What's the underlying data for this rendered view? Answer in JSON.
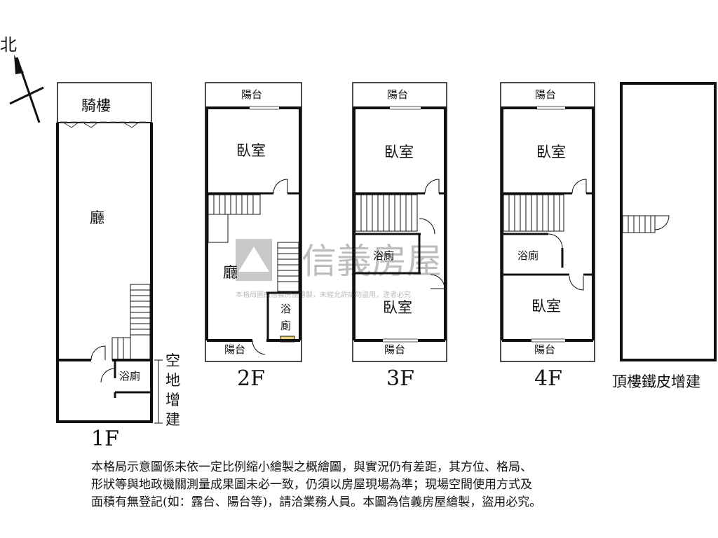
{
  "compass": {
    "north_label": "北"
  },
  "watermark": {
    "brand": "信義房屋",
    "notice": "本格局圖由信義房屋繪製，未經允許請勿盜用，違者必究"
  },
  "floors": {
    "f1": {
      "label": "1F",
      "arcade_label": "騎樓",
      "hall_label": "廳",
      "bath_label": "浴廁",
      "vacant_label": [
        "空",
        "地",
        "增",
        "建"
      ]
    },
    "f2": {
      "label": "2F",
      "balcony_top": "陽台",
      "bedroom": "臥室",
      "hall": "廳",
      "bath": [
        "浴",
        "廁"
      ],
      "balcony_bottom": "陽台"
    },
    "f3": {
      "label": "3F",
      "balcony_top": "陽台",
      "bedroom_top": "臥室",
      "bath": "浴廁",
      "bedroom_bottom": "臥室",
      "balcony_bottom": "陽台"
    },
    "f4": {
      "label": "4F",
      "balcony_top": "陽台",
      "bedroom_top": "臥室",
      "bath": "浴廁",
      "bedroom_bottom": "臥室",
      "balcony_bottom": "陽台"
    },
    "roof": {
      "label": "頂樓鐵皮增建"
    }
  },
  "disclaimer": [
    "本格局示意圖係未依一定比例縮小繪製之概繪圖，與實況仍有差距，其方位、格局、",
    "形狀等與地政機關測量成果圖未必一致，仍須以房屋現場為準；現場空間使用方式及",
    "面積有無登記(如：露台、陽台等)，請洽業務人員。本圖為信義房屋繪製，盜用必究。"
  ]
}
